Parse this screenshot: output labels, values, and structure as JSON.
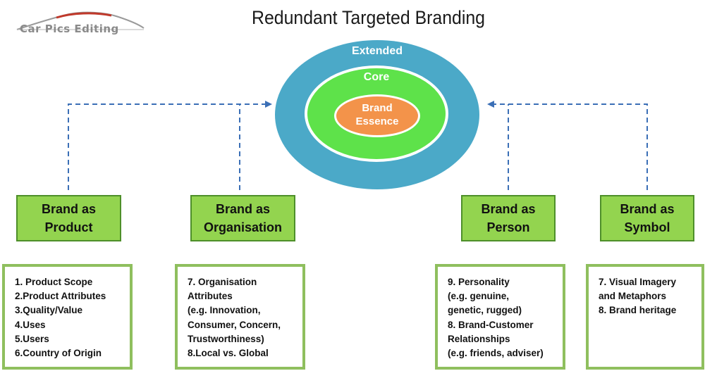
{
  "logo": {
    "text": "Car Pics Editing"
  },
  "title": "Redundant Targeted Branding",
  "rings": {
    "extended": "Extended",
    "core": "Core",
    "essence_line1": "Brand",
    "essence_line2": "Essence"
  },
  "categories": [
    {
      "line1": "Brand as",
      "line2": "Product"
    },
    {
      "line1": "Brand as",
      "line2": "Organisation"
    },
    {
      "line1": "Brand as",
      "line2": "Person"
    },
    {
      "line1": "Brand as",
      "line2": "Symbol"
    }
  ],
  "details": [
    [
      "1. Product Scope",
      "2.Product Attributes",
      "3.Quality/Value",
      "4.Uses",
      "5.Users",
      "6.Country of Origin"
    ],
    [
      "7. Organisation",
      "Attributes",
      "(e.g. Innovation,",
      "Consumer, Concern,",
      "Trustworthiness)",
      "8.Local vs. Global"
    ],
    [
      "9. Personality",
      "(e.g. genuine,",
      "genetic, rugged)",
      "8. Brand-Customer",
      "Relationships",
      "(e.g. friends, adviser)"
    ],
    [
      "7. Visual Imagery",
      "and Metaphors",
      "8. Brand heritage"
    ]
  ],
  "colors": {
    "extended": "#4ba9c8",
    "core": "#5ee24a",
    "essence": "#f3934a",
    "category_fill": "#93d44f",
    "detail_border": "#8fbf5e",
    "arrow": "#3b6fb6"
  }
}
